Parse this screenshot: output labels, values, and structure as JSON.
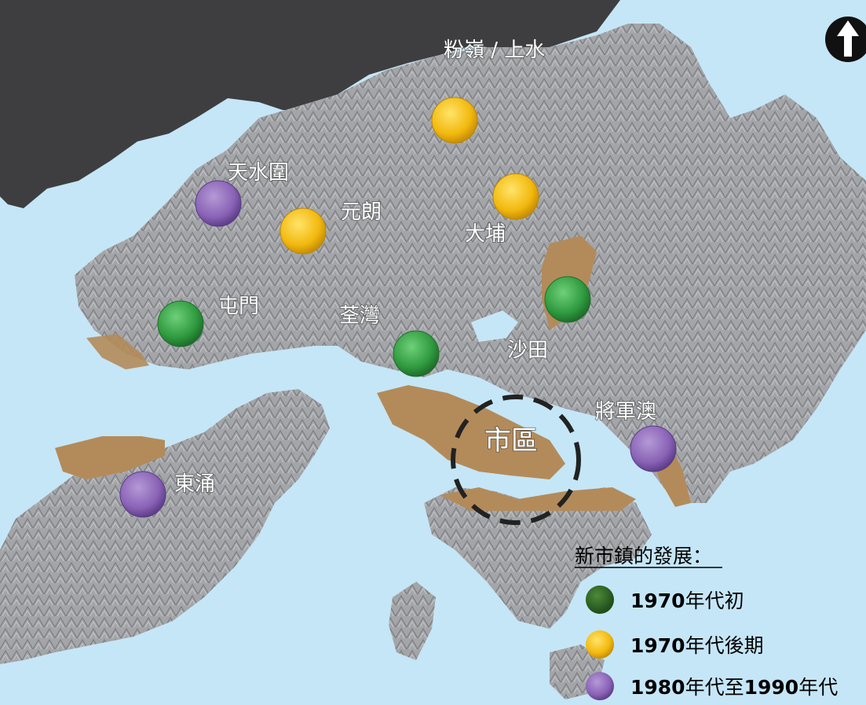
{
  "map": {
    "colors": {
      "sea": "#c5e6f7",
      "mainland": "#3e3e40",
      "land": "#9c9ea1",
      "reclaimed": "#b38b5a",
      "green": "#3fa34d",
      "yellow": "#f2c12e",
      "purple": "#8e68b8"
    },
    "north_arrow_icon": "north-arrow-icon",
    "places": [
      {
        "id": "fanling",
        "label": "粉嶺 / 上水"
      },
      {
        "id": "tinshuiwai",
        "label": "天水圍"
      },
      {
        "id": "yuenlong",
        "label": "元朗"
      },
      {
        "id": "taipo",
        "label": "大埔"
      },
      {
        "id": "tuenmun",
        "label": "屯門"
      },
      {
        "id": "tsuenwan",
        "label": "荃灣"
      },
      {
        "id": "shatin",
        "label": "沙田"
      },
      {
        "id": "tko",
        "label": "將軍澳"
      },
      {
        "id": "tungchung",
        "label": "東涌"
      },
      {
        "id": "urban",
        "label": "市區"
      }
    ],
    "legend": {
      "title": "新市鎮的發展：",
      "items": [
        {
          "num": "1970",
          "rest": "年代初",
          "color": "green"
        },
        {
          "num": "1970",
          "rest": "年代後期",
          "color": "yellow"
        },
        {
          "num": "1980",
          "rest": "年代至",
          "num2": "1990",
          "rest2": "年代",
          "color": "purple"
        }
      ]
    }
  }
}
